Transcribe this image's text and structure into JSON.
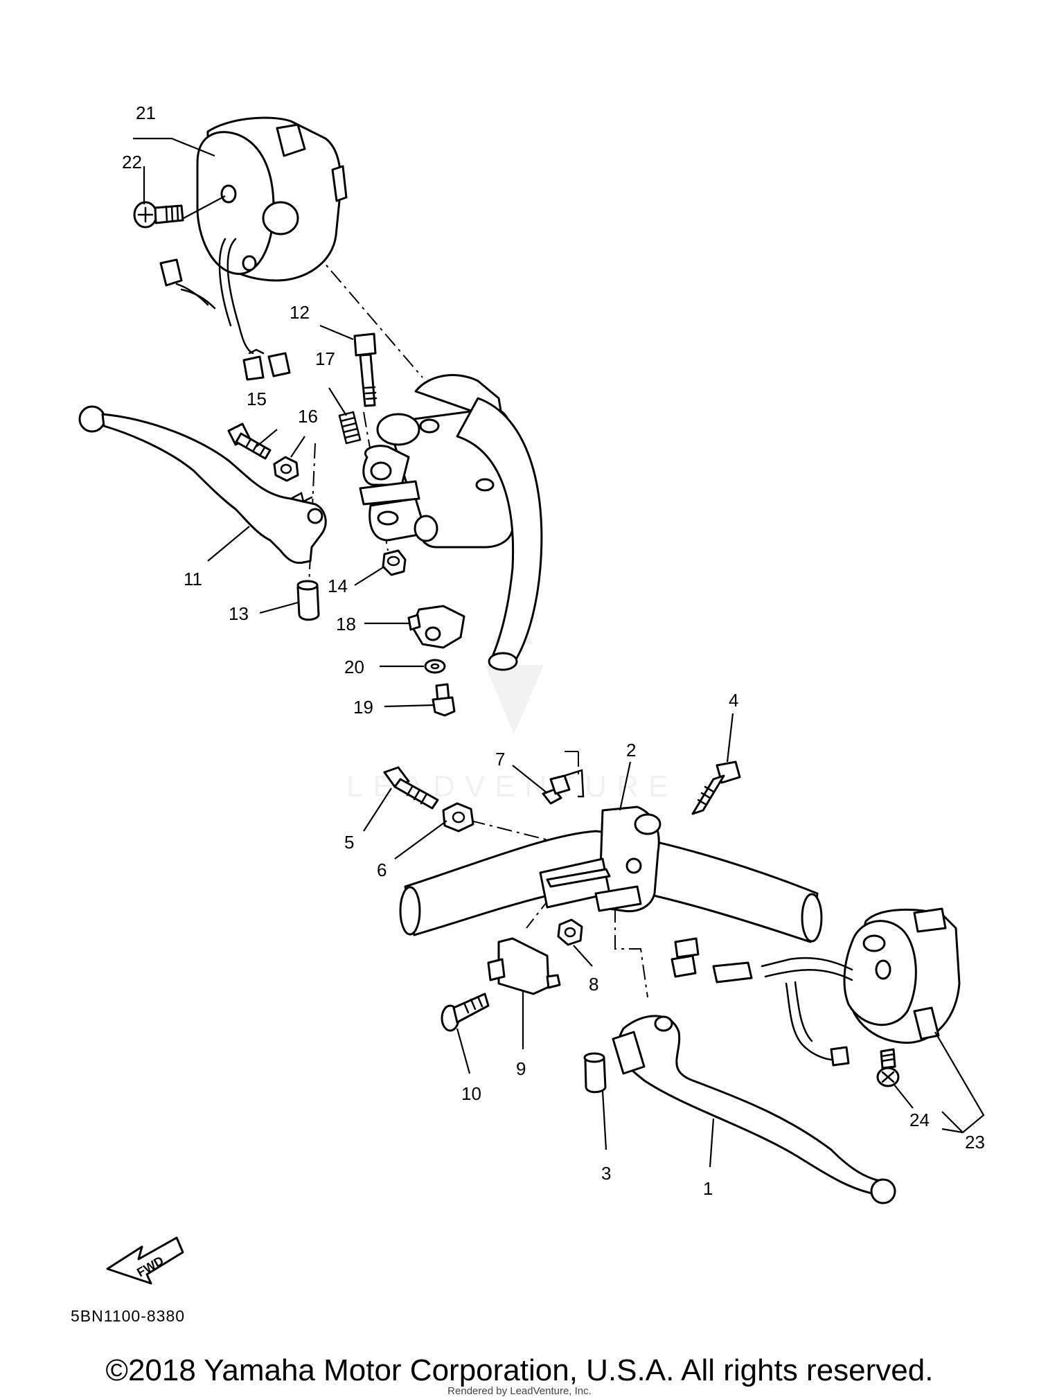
{
  "diagram": {
    "callouts": [
      "1",
      "2",
      "3",
      "4",
      "5",
      "6",
      "7",
      "8",
      "9",
      "10",
      "11",
      "12",
      "13",
      "14",
      "15",
      "16",
      "17",
      "18",
      "19",
      "20",
      "21",
      "22",
      "23",
      "24"
    ],
    "fwd_label": "FWD",
    "part_code": "5BN1100-8380",
    "watermark": "LEADVENTURE"
  },
  "footer": {
    "copyright": "©2018 Yamaha Motor Corporation, U.S.A. All rights reserved.",
    "rendered_by": "Rendered by LeadVenture, Inc."
  }
}
